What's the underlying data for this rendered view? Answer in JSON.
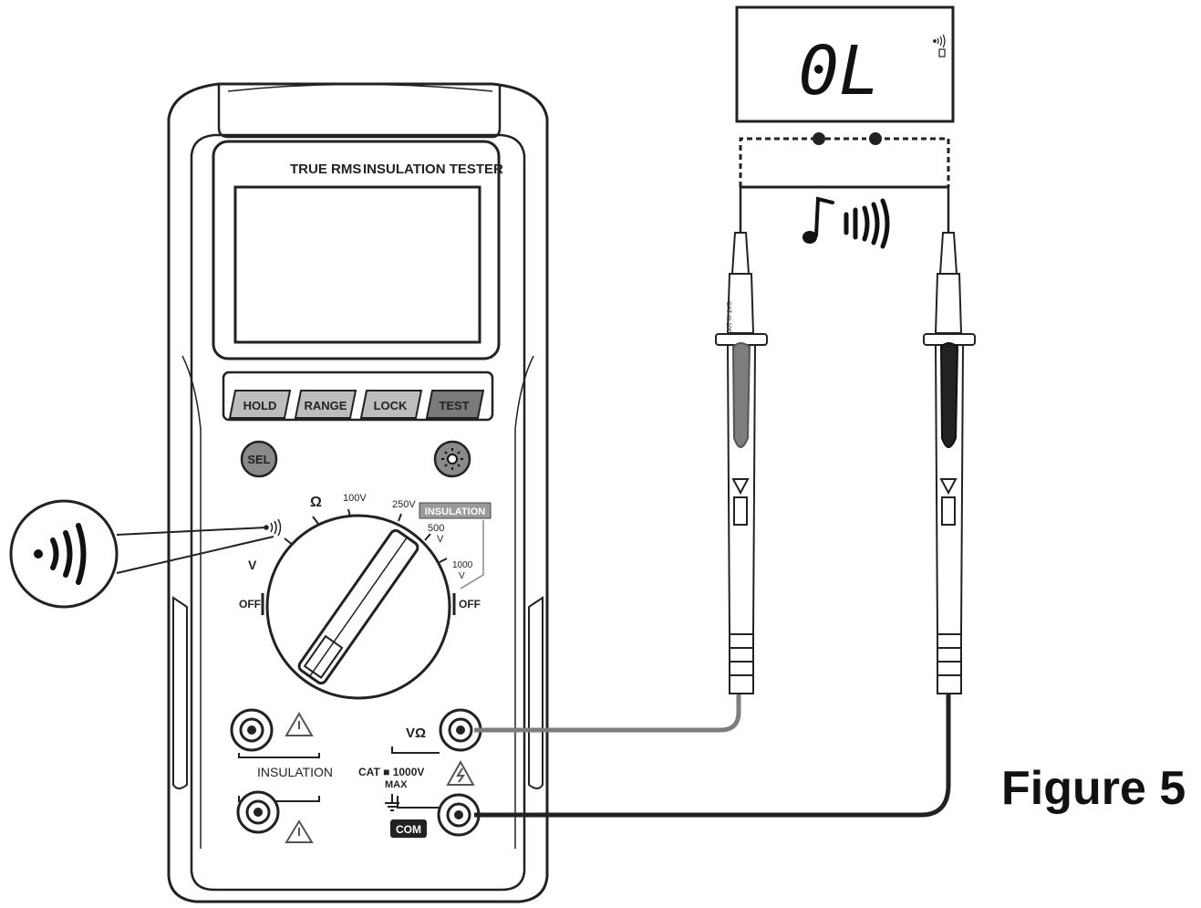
{
  "meter": {
    "brand_line_left": "TRUE RMS",
    "brand_line_right": "INSULATION TESTER",
    "buttons": {
      "hold": "HOLD",
      "range": "RANGE",
      "lock": "LOCK",
      "test": "TEST"
    },
    "sel_button": "SEL",
    "backlight_icon": "sun-icon",
    "dial": {
      "ohm": "Ω",
      "v100": "100V",
      "v250": "250V",
      "insulation_tag": "INSULATION",
      "v500_top": "500",
      "v500_bottom": "V",
      "v1000_top": "1000",
      "v1000_bottom": "V",
      "off_left": "OFF",
      "off_right": "OFF",
      "volt_ac": "V"
    },
    "terminals": {
      "insulation": "INSULATION",
      "v_ohm": "VΩ",
      "cat_text": "CAT ■ 1000V",
      "max": "MAX",
      "com": "COM"
    }
  },
  "display": {
    "reading": "0L"
  },
  "callout_icon": "continuity-beep-icon",
  "caption": "Figure 5"
}
